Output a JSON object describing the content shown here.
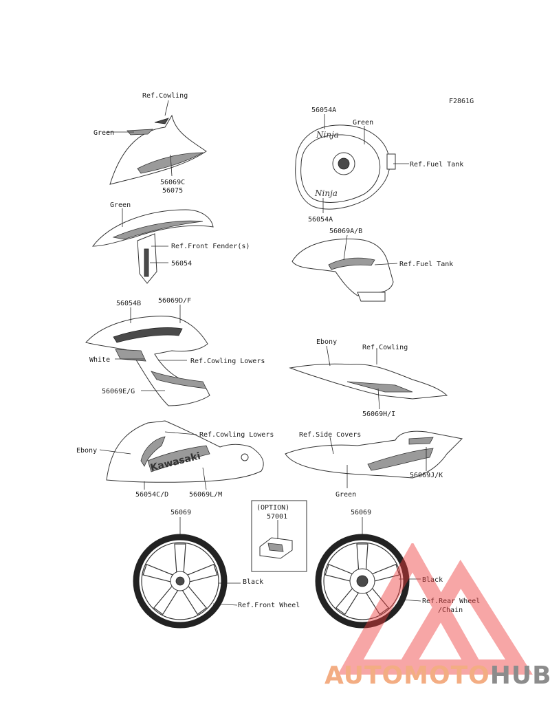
{
  "figure_code": "F2861G",
  "labels": {
    "ref_cowling_top": "Ref.Cowling",
    "green_cowl": "Green",
    "p56069c": "56069C",
    "p56075": "56075",
    "green_fender": "Green",
    "ref_front_fender": "Ref.Front Fender(s)",
    "p56054": "56054",
    "p56054b": "56054B",
    "p56069df": "56069D/F",
    "white": "White",
    "ref_cowling_lowers_mid": "Ref.Cowling Lowers",
    "p56069eg": "56069E/G",
    "ebony_lower": "Ebony",
    "ref_cowling_lowers_bot": "Ref.Cowling Lowers",
    "p56054cd": "56054C/D",
    "p56069lm": "56069L/M",
    "p56054a_top": "56054A",
    "green_tank": "Green",
    "ref_fuel_tank_top": "Ref.Fuel Tank",
    "p56054a_bot": "56054A",
    "p56069ab": "56069A/B",
    "ref_fuel_tank_side": "Ref.Fuel Tank",
    "ebony_seat": "Ebony",
    "ref_cowling_seat": "Ref.Cowling",
    "p56069hi": "56069H/I",
    "ref_side_covers": "Ref.Side Covers",
    "p56069jk": "56069J/K",
    "green_side": "Green",
    "p56069_front": "56069",
    "option": "(OPTION)",
    "p57001": "57001",
    "p56069_rear": "56069",
    "black_front": "Black",
    "ref_front_wheel": "Ref.Front Wheel",
    "black_rear": "Black",
    "ref_rear_wheel": "Ref.Rear Wheel",
    "chain": "/Chain"
  },
  "decal_text": {
    "kawasaki": "Kawasaki"
  },
  "watermark": {
    "word1": "AUTOMOTO",
    "word2": "HUB",
    "color_main": "#f3ad83",
    "color_second": "#8c8c8c"
  }
}
